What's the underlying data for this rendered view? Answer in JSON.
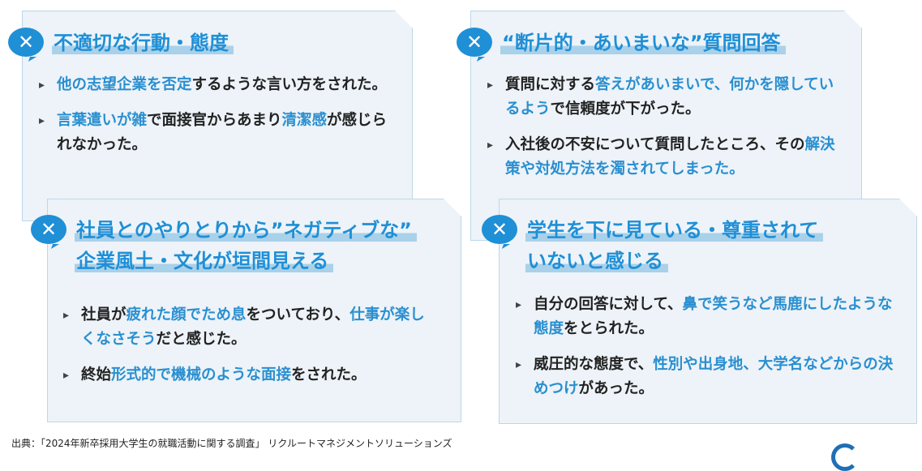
{
  "cards": [
    {
      "title": [
        "不適切な行動・態度"
      ],
      "items": [
        [
          {
            "t": "他の志望企業を否定",
            "h": true
          },
          {
            "t": "するような言い方をされた。",
            "h": false
          }
        ],
        [
          {
            "t": "言葉遣いが雑",
            "h": true
          },
          {
            "t": "で面接官からあまり",
            "h": false
          },
          {
            "t": "清潔感",
            "h": true
          },
          {
            "t": "が感じられなかった。",
            "h": false
          }
        ]
      ]
    },
    {
      "title": [
        "“断片的・あいまいな”質問回答"
      ],
      "items": [
        [
          {
            "t": "質問に対する",
            "h": false
          },
          {
            "t": "答えがあいまいで、何かを隠しているよう",
            "h": true
          },
          {
            "t": "で信頼度が下がった。",
            "h": false
          }
        ],
        [
          {
            "t": "入社後の不安について質問したところ、その",
            "h": false
          },
          {
            "t": "解決策や対処方法を濁されてしまった。",
            "h": true
          }
        ]
      ]
    },
    {
      "title": [
        "社員とのやりとりから”ネガティブな”",
        "企業風土・文化が垣間見える"
      ],
      "items": [
        [
          {
            "t": "社員が",
            "h": false
          },
          {
            "t": "疲れた顔でため息",
            "h": true
          },
          {
            "t": "をついており、",
            "h": false
          },
          {
            "t": "仕事が楽しくなさそう",
            "h": true
          },
          {
            "t": "だと感じた。",
            "h": false
          }
        ],
        [
          {
            "t": "終始",
            "h": false
          },
          {
            "t": "形式的で機械のような面接",
            "h": true
          },
          {
            "t": "をされた。",
            "h": false
          }
        ]
      ]
    },
    {
      "title": [
        "学生を下に見ている・尊重されて",
        "いないと感じる"
      ],
      "items": [
        [
          {
            "t": "自分の回答に対して、",
            "h": false
          },
          {
            "t": "鼻で笑うなど馬鹿にしたような態度",
            "h": true
          },
          {
            "t": "をとられた。",
            "h": false
          }
        ],
        [
          {
            "t": "威圧的な態度で、",
            "h": false
          },
          {
            "t": "性別や出身地、大学名などからの決めつけ",
            "h": true
          },
          {
            "t": "があった。",
            "h": false
          }
        ]
      ]
    }
  ],
  "icon": "close-x-bubble-icon",
  "source": "出典：「2024年新卒採用大学生の就職活動に関する調査」 リクルートマネジメントソリューションズ",
  "colors": {
    "accent": "#1f8fd6",
    "card": "#edf3f8"
  }
}
